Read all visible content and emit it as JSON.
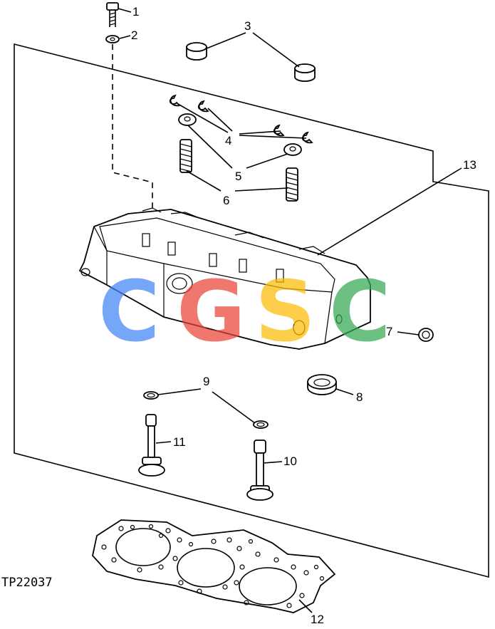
{
  "figure_id": "TP22037",
  "callouts": [
    "1",
    "2",
    "3",
    "4",
    "5",
    "6",
    "7",
    "8",
    "9",
    "10",
    "11",
    "12",
    "13"
  ],
  "watermark": {
    "letters": [
      "C",
      "G",
      "S",
      "C"
    ],
    "colors": [
      "#4285F4",
      "#EA4335",
      "#FBBC05",
      "#34A853"
    ],
    "opacity": 0.72
  }
}
